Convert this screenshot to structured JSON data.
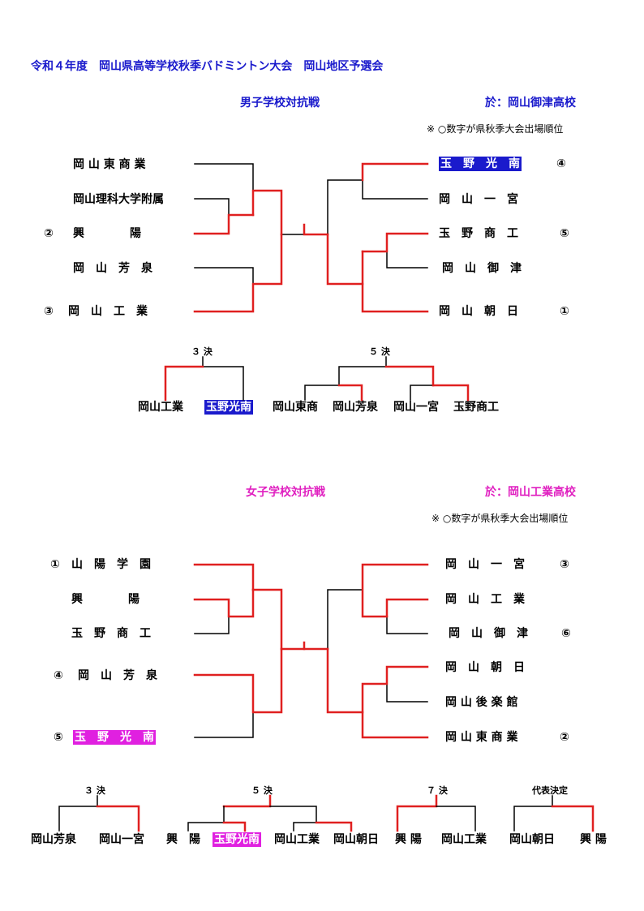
{
  "header": {
    "title": "令和４年度　岡山県高等学校秋季バドミントン大会　岡山地区予選会"
  },
  "colors": {
    "win": "#e02020",
    "line": "#000000",
    "boys_hl": "#1a1acc",
    "girls_hl": "#e020e0"
  },
  "boys": {
    "title": "男子学校対抗戦",
    "venue": "於：岡山御津高校",
    "note": "※ ○数字が県秋季大会出場順位",
    "left": [
      {
        "rank": "",
        "name": "岡 山 東 商 業"
      },
      {
        "rank": "",
        "name": "岡山理科大学附属"
      },
      {
        "rank": "②",
        "name": "興　　　　陽"
      },
      {
        "rank": "",
        "name": "岡　山　芳　泉"
      },
      {
        "rank": "③",
        "name": "岡　山　工　業"
      }
    ],
    "right": [
      {
        "rank": "④",
        "name": "玉　野　光　南"
      },
      {
        "rank": "",
        "name": "岡　山　一　宮"
      },
      {
        "rank": "⑤",
        "name": "玉　野　商　工"
      },
      {
        "rank": "",
        "name": "岡　山　御　津"
      },
      {
        "rank": "①",
        "name": "岡　山　朝　日"
      }
    ],
    "third": {
      "label": "３ 決",
      "teams": [
        "岡山工業",
        "玉野光南"
      ]
    },
    "fifth": {
      "label": "５ 決",
      "teams": [
        "岡山東商",
        "岡山芳泉",
        "岡山一宮",
        "玉野商工"
      ]
    }
  },
  "girls": {
    "title": "女子学校対抗戦",
    "venue": "於：岡山工業高校",
    "note": "※ ○数字が県秋季大会出場順位",
    "left": [
      {
        "rank": "①",
        "name": "山　陽　学　園"
      },
      {
        "rank": "",
        "name": "興　　　　陽"
      },
      {
        "rank": "",
        "name": "玉　野　商　工"
      },
      {
        "rank": "④",
        "name": "岡　山　芳　泉"
      },
      {
        "rank": "⑤",
        "name": "玉　野　光　南"
      }
    ],
    "right": [
      {
        "rank": "③",
        "name": "岡　山　一　宮"
      },
      {
        "rank": "",
        "name": "岡　山　工　業"
      },
      {
        "rank": "⑥",
        "name": "岡　山　御　津"
      },
      {
        "rank": "",
        "name": "岡　山　朝　日"
      },
      {
        "rank": "",
        "name": "岡 山 後 楽 館"
      },
      {
        "rank": "②",
        "name": "岡 山 東 商 業"
      }
    ],
    "third": {
      "label": "３ 決",
      "teams": [
        "岡山芳泉",
        "岡山一宮"
      ]
    },
    "fifth": {
      "label": "５ 決",
      "teams": [
        "興　陽",
        "玉野光南",
        "岡山工業",
        "岡山朝日"
      ]
    },
    "seventh": {
      "label": "７ 決",
      "teams": [
        "興 陽",
        "岡山工業"
      ]
    },
    "rep": {
      "label": "代表決定",
      "teams": [
        "岡山朝日",
        "興 陽"
      ]
    }
  }
}
